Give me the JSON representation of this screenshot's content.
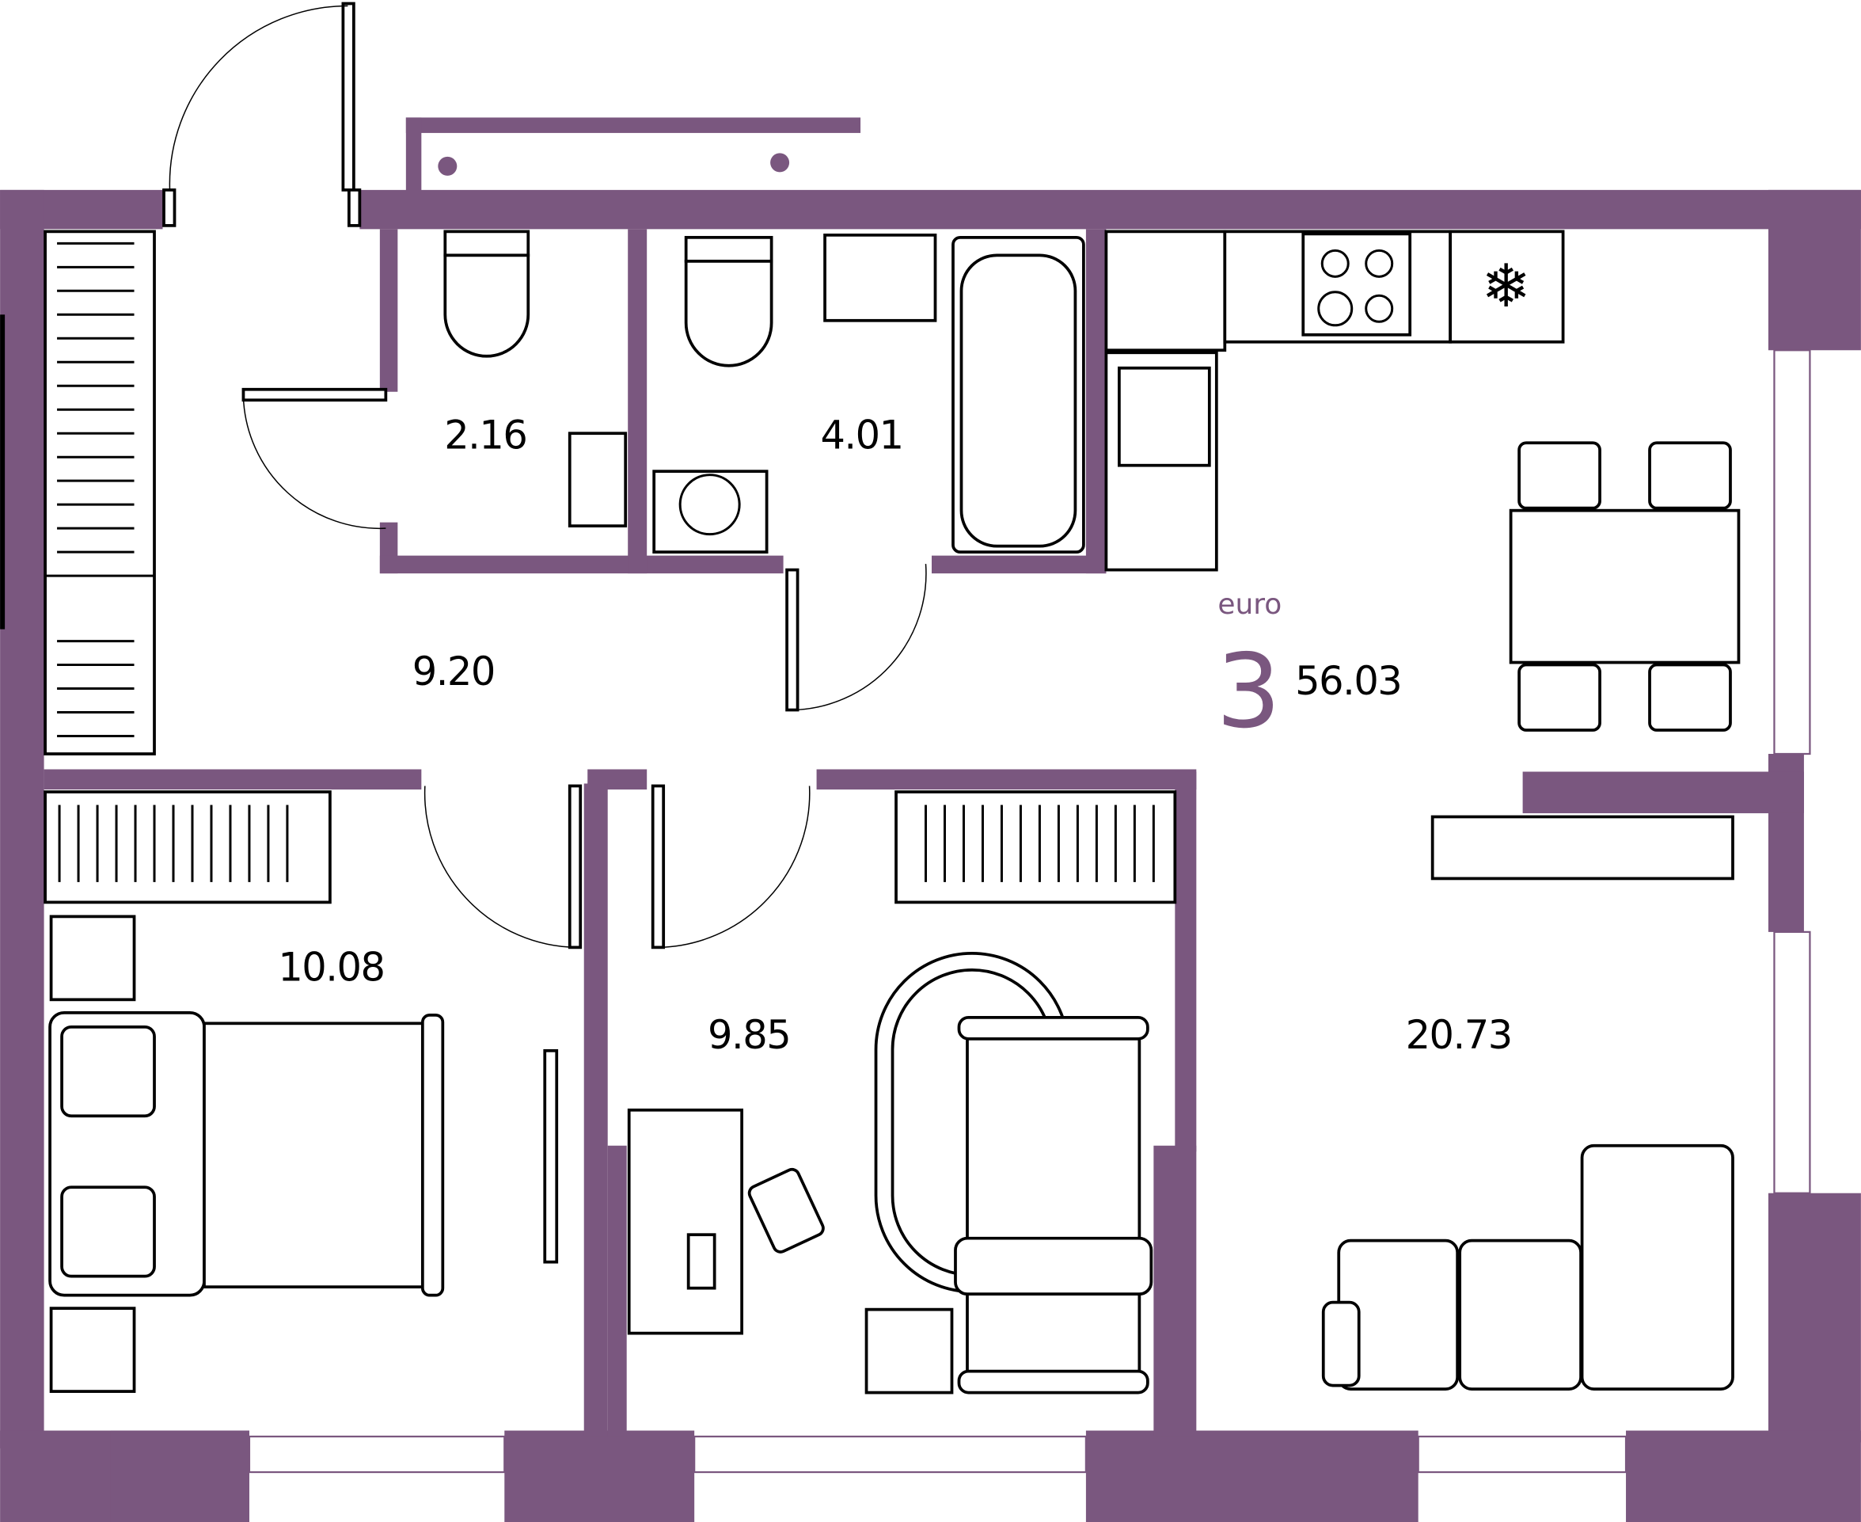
{
  "plan": {
    "label": "euro",
    "rooms_count": "3",
    "total_area": "56.03",
    "colors": {
      "wall": "#7a577f",
      "line": "#000000",
      "background": "#ffffff"
    },
    "rooms": [
      {
        "name": "toilet",
        "area": "2.16"
      },
      {
        "name": "bathroom",
        "area": "4.01"
      },
      {
        "name": "hallway",
        "area": "9.20"
      },
      {
        "name": "bedroom",
        "area": "10.08"
      },
      {
        "name": "kids-room",
        "area": "9.85"
      },
      {
        "name": "kitchen-living",
        "area": "20.73"
      }
    ]
  }
}
